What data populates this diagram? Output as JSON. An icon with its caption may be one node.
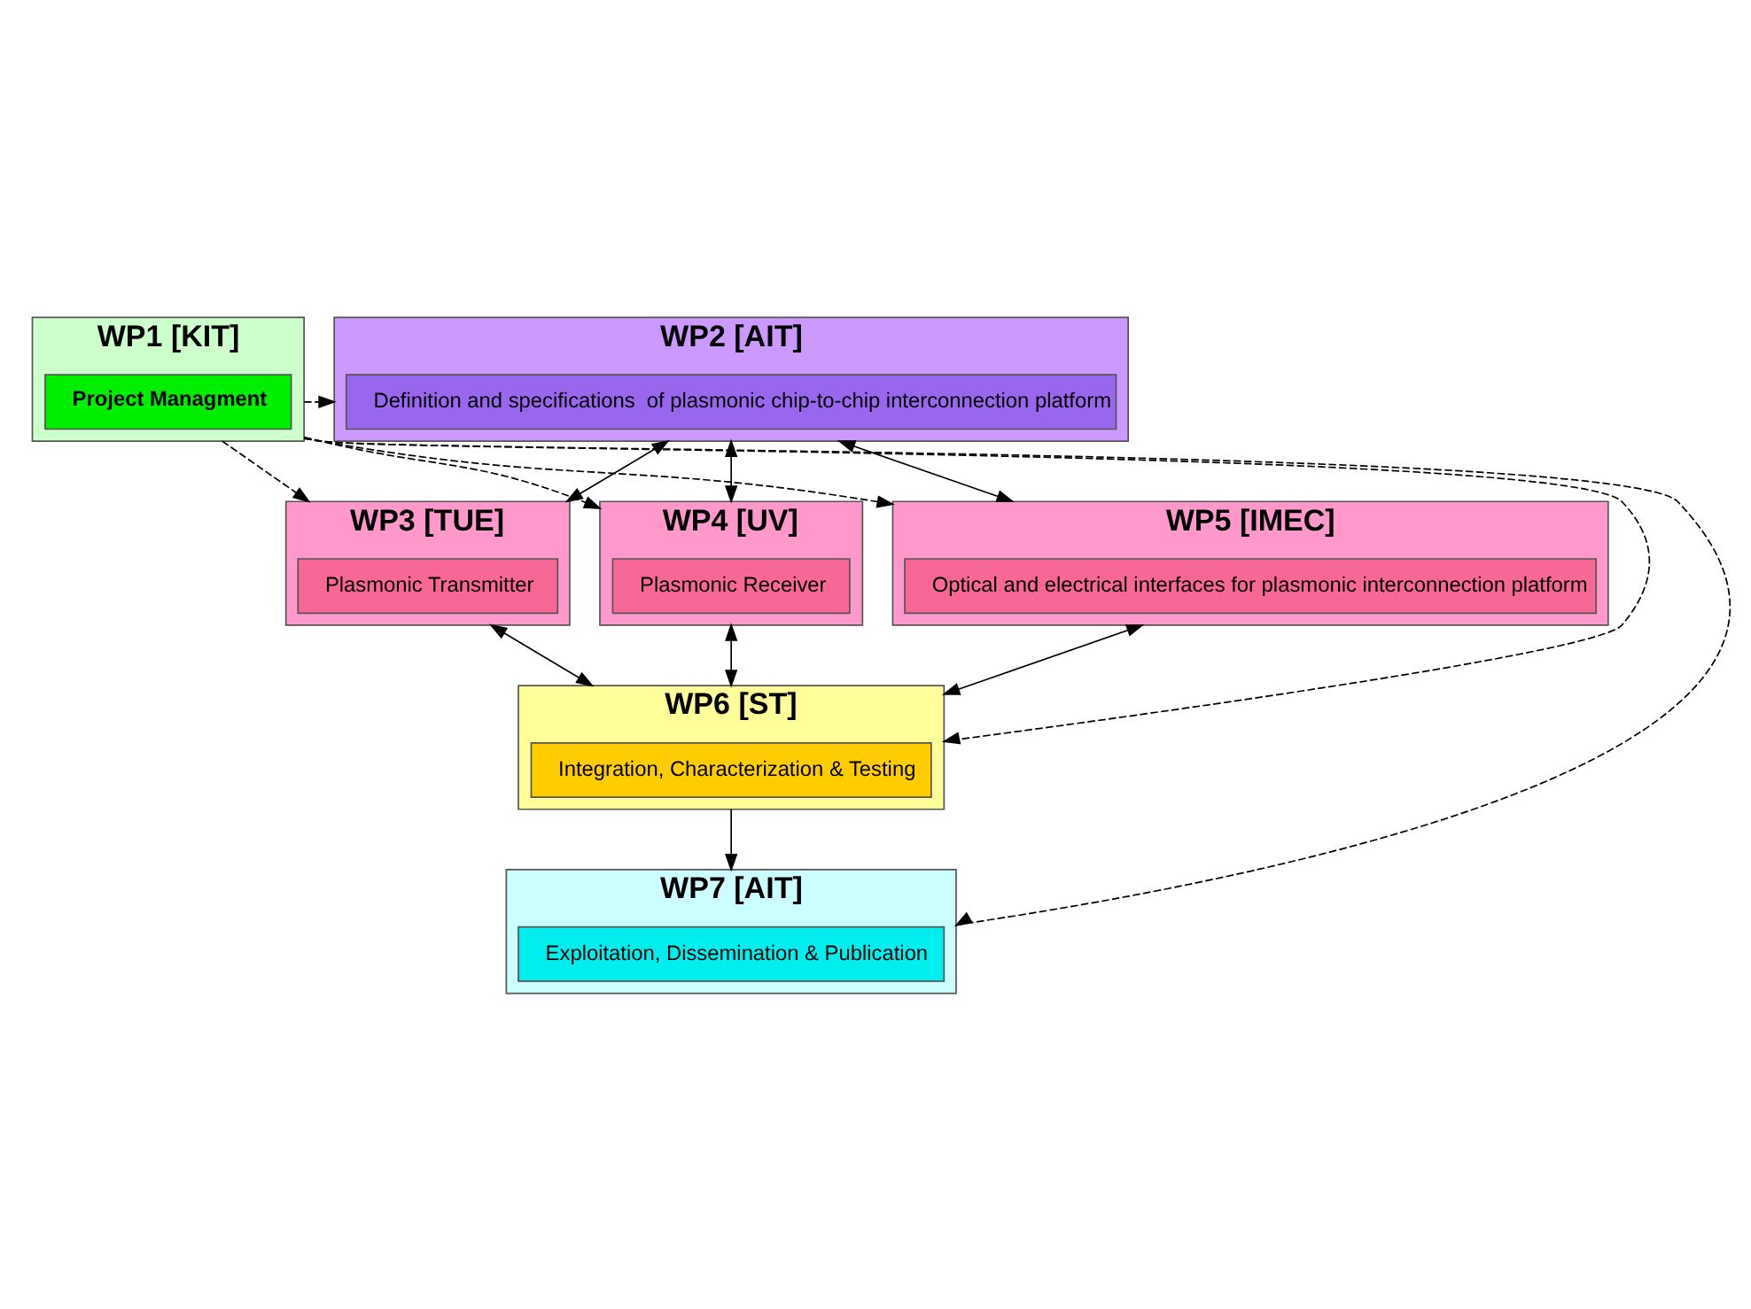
{
  "diagram": {
    "nodes": [
      {
        "text": [
          "WP1 [KIT]"
        ]
      },
      {
        "text": [
          "Project Managment"
        ],
        "in": 0
      },
      {
        "text": [
          "WP2 [AIT]"
        ]
      },
      {
        "text": [
          "Definition and specifications  of plasmonic chip-to-chip interconnection platform"
        ],
        "in": 2
      },
      {
        "text": [
          "WP3 [TUE]"
        ]
      },
      {
        "text": [
          "Plasmonic Transmitter"
        ],
        "in": 4
      },
      {
        "text": [
          "WP4 [UV]"
        ]
      },
      {
        "text": [
          "Plasmonic Receiver"
        ],
        "in": 6
      },
      {
        "text": [
          "WP5 [IMEC]"
        ]
      },
      {
        "text": [
          "Optical and electrical interfaces for plasmonic interconnection platform"
        ],
        "in": 8
      },
      {
        "text": [
          "WP6 [ST]"
        ]
      },
      {
        "text": [
          "Integration, Characterization & Testing"
        ],
        "in": 10
      },
      {
        "text": [
          "WP7 [AIT]"
        ]
      },
      {
        "text": [
          "Exploitation, Dissemination & Publication"
        ],
        "in": 12
      }
    ],
    "edges": [
      {
        "from": 0,
        "to": 2,
        "arrow": "to",
        "style": "dashed"
      },
      {
        "from": 0,
        "to": 6,
        "arrow": "to",
        "style": "dashed"
      },
      {
        "from": 0,
        "to": 4,
        "arrow": "to",
        "style": "dashed"
      },
      {
        "from": 0,
        "to": 8,
        "arrow": "to",
        "style": "dashed"
      },
      {
        "from": 0,
        "to": 10,
        "arrow": "to",
        "style": "dashed"
      },
      {
        "from": 0,
        "to": 12,
        "arrow": "to",
        "style": "dashed"
      },
      {
        "from": 2,
        "to": 4,
        "arrow": "both"
      },
      {
        "from": 2,
        "to": 6,
        "arrow": "both"
      },
      {
        "from": 2,
        "to": 8,
        "arrow": "both"
      },
      {
        "from": 4,
        "to": 10,
        "arrow": "both"
      },
      {
        "from": 6,
        "to": 10,
        "arrow": "both"
      },
      {
        "from": 8,
        "to": 10,
        "arrow": "both"
      },
      {
        "from": 10,
        "to": 12,
        "arrow": "to"
      }
    ]
  }
}
